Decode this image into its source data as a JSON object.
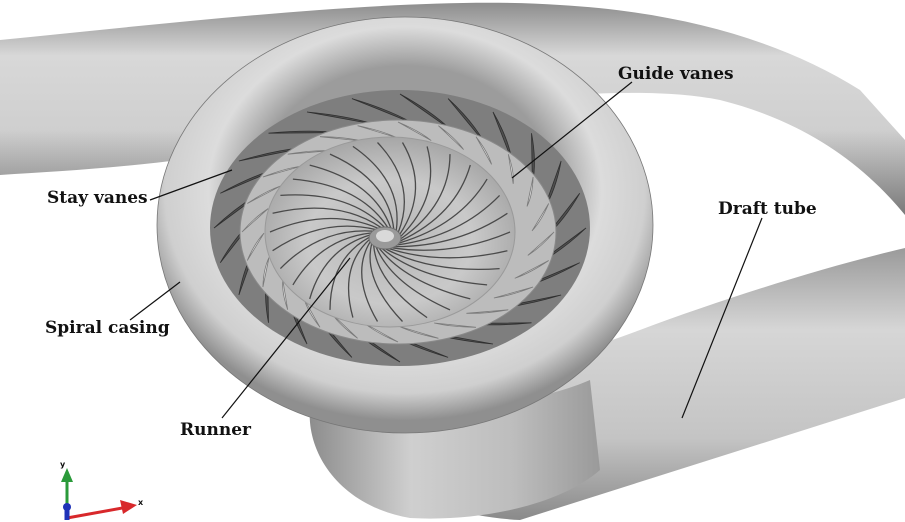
{
  "labels": {
    "guide_vanes": "Guide vanes",
    "stay_vanes": "Stay vanes",
    "draft_tube": "Draft tube",
    "spiral_casing": "Spiral casing",
    "runner": "Runner"
  },
  "triad": {
    "x_label": "x",
    "y_label": "y",
    "x_color": "#d8282b",
    "y_color": "#2a9a3a",
    "z_color": "#1f33b8"
  },
  "geometry_counts": {
    "stay_vanes": 24,
    "guide_vanes": 24,
    "runner_blades": 30
  }
}
